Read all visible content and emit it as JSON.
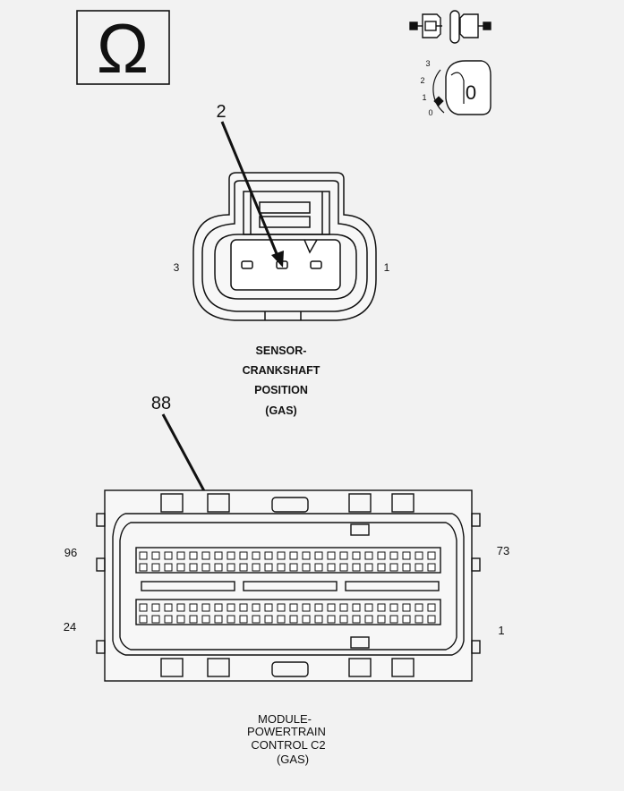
{
  "ohm_symbol": "Ω",
  "ignition_key": {
    "positions": [
      "3",
      "2",
      "1",
      "0"
    ],
    "selected": "0",
    "icons": [
      "connector-disconnected-icon",
      "ignition-key-icon"
    ]
  },
  "sensor": {
    "pin_callout": "2",
    "left_pin": "3",
    "right_pin": "1",
    "title_lines": [
      "SENSOR-",
      "CRANKSHAFT",
      "POSITION",
      "(GAS)"
    ]
  },
  "module": {
    "pin_callout": "88",
    "top_left_pin": "96",
    "top_right_pin": "73",
    "bottom_left_pin": "24",
    "bottom_right_pin": "1",
    "title_lines": [
      "MODULE-",
      "POWERTRAIN",
      "CONTROL C2",
      "(GAS)"
    ]
  },
  "colors": {
    "line": "#111111",
    "background": "#f2f2f2"
  }
}
